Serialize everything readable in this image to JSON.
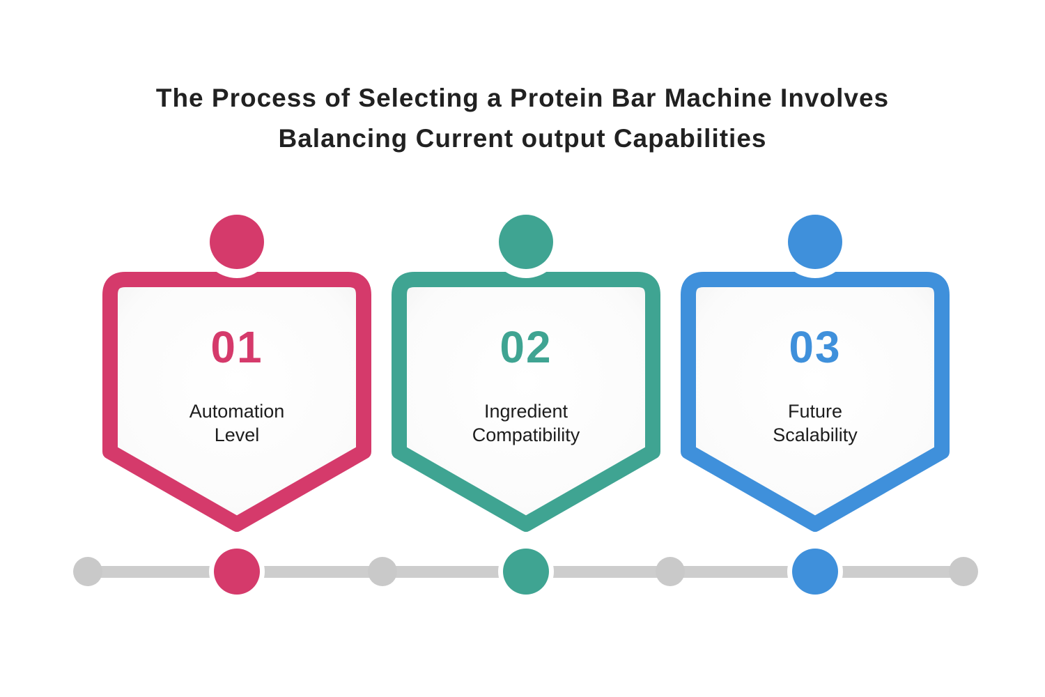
{
  "title": {
    "line1": "The Process of Selecting a Protein Bar Machine Involves",
    "line2": "Balancing Current output Capabilities"
  },
  "steps": [
    {
      "number": "01",
      "label": "Automation\nLevel",
      "color": "#D53A6B"
    },
    {
      "number": "02",
      "label": "Ingredient\nCompatibility",
      "color": "#3FA492"
    },
    {
      "number": "03",
      "label": "Future\nScalability",
      "color": "#3F90DB"
    }
  ],
  "timeline": {
    "bar_color": "#CDCDCD",
    "node_color": "#C9C9C9"
  },
  "theme": {
    "background": "#FFFFFF",
    "title_color": "#212121",
    "label_color": "#1D1D1D"
  }
}
